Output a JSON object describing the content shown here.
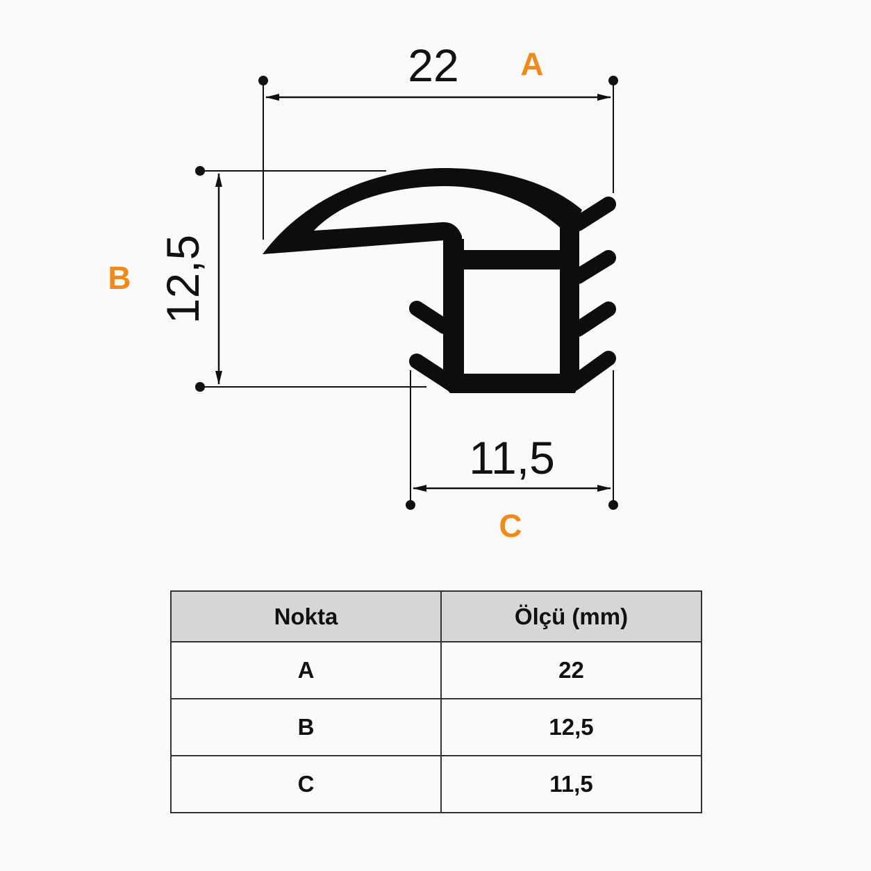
{
  "diagram": {
    "dimension_values": {
      "width": "22",
      "height": "12,5",
      "base": "11,5"
    },
    "point_labels": {
      "a": "A",
      "b": "B",
      "c": "C"
    },
    "colors": {
      "label_accent": "#f08a1c",
      "profile": "#0d0d0d",
      "dimension_lines": "#111111"
    }
  },
  "table": {
    "headers": [
      "Nokta",
      "Ölçü (mm)"
    ],
    "rows": [
      [
        "A",
        "22"
      ],
      [
        "B",
        "12,5"
      ],
      [
        "C",
        "11,5"
      ]
    ],
    "colors": {
      "header_background": "#d6d6d6",
      "border": "#333333"
    }
  }
}
